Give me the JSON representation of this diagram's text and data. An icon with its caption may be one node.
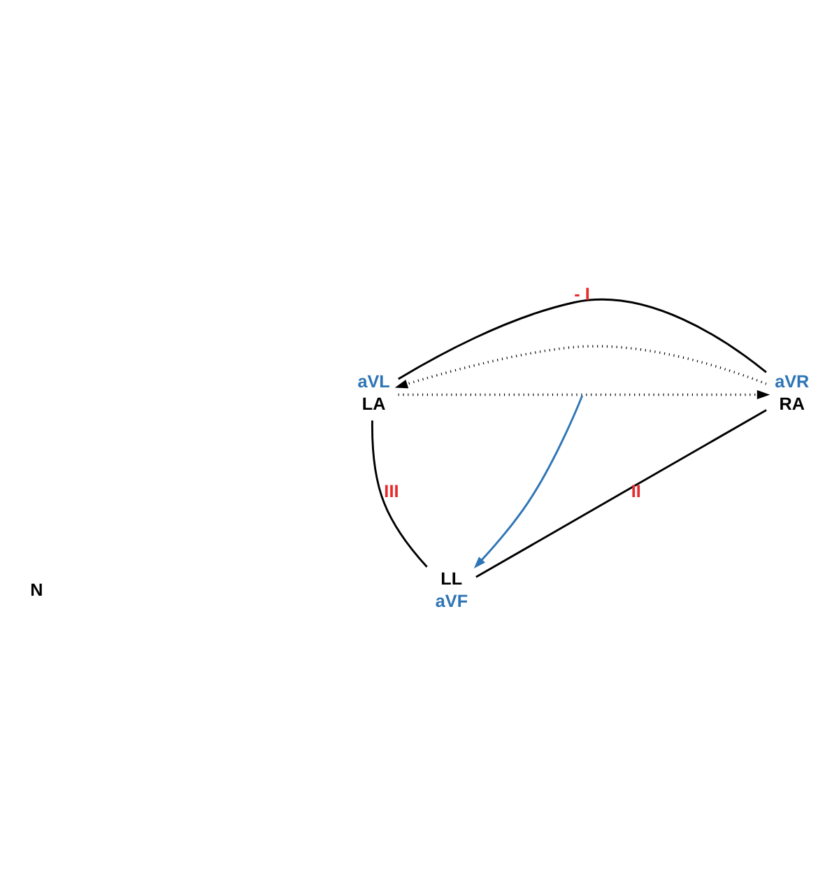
{
  "diagram": {
    "nodes": [
      {
        "text": [
          "LA"
        ],
        "beside": [
          "aVL"
        ]
      },
      {
        "text": [
          "RA"
        ],
        "beside": [
          "aVR"
        ]
      },
      {
        "text": [
          "LL"
        ],
        "beside": [
          "aVF"
        ]
      }
    ],
    "edges": [
      {
        "from": 0,
        "to": 1,
        "arrow": "none",
        "label": "- I"
      },
      {
        "from": 1,
        "to": 2,
        "arrow": "none",
        "label": "II"
      },
      {
        "from": 0,
        "to": 2,
        "arrow": "none",
        "label": "III"
      },
      {
        "from": null,
        "to": 2,
        "arrow": "to",
        "color": "#2e75b6"
      },
      {
        "from": 1,
        "to": 0,
        "arrow": "to",
        "style": "dashed"
      },
      {
        "from": 0,
        "to": 1,
        "arrow": "to",
        "style": "dashed"
      }
    ],
    "labels": [
      "N"
    ]
  }
}
